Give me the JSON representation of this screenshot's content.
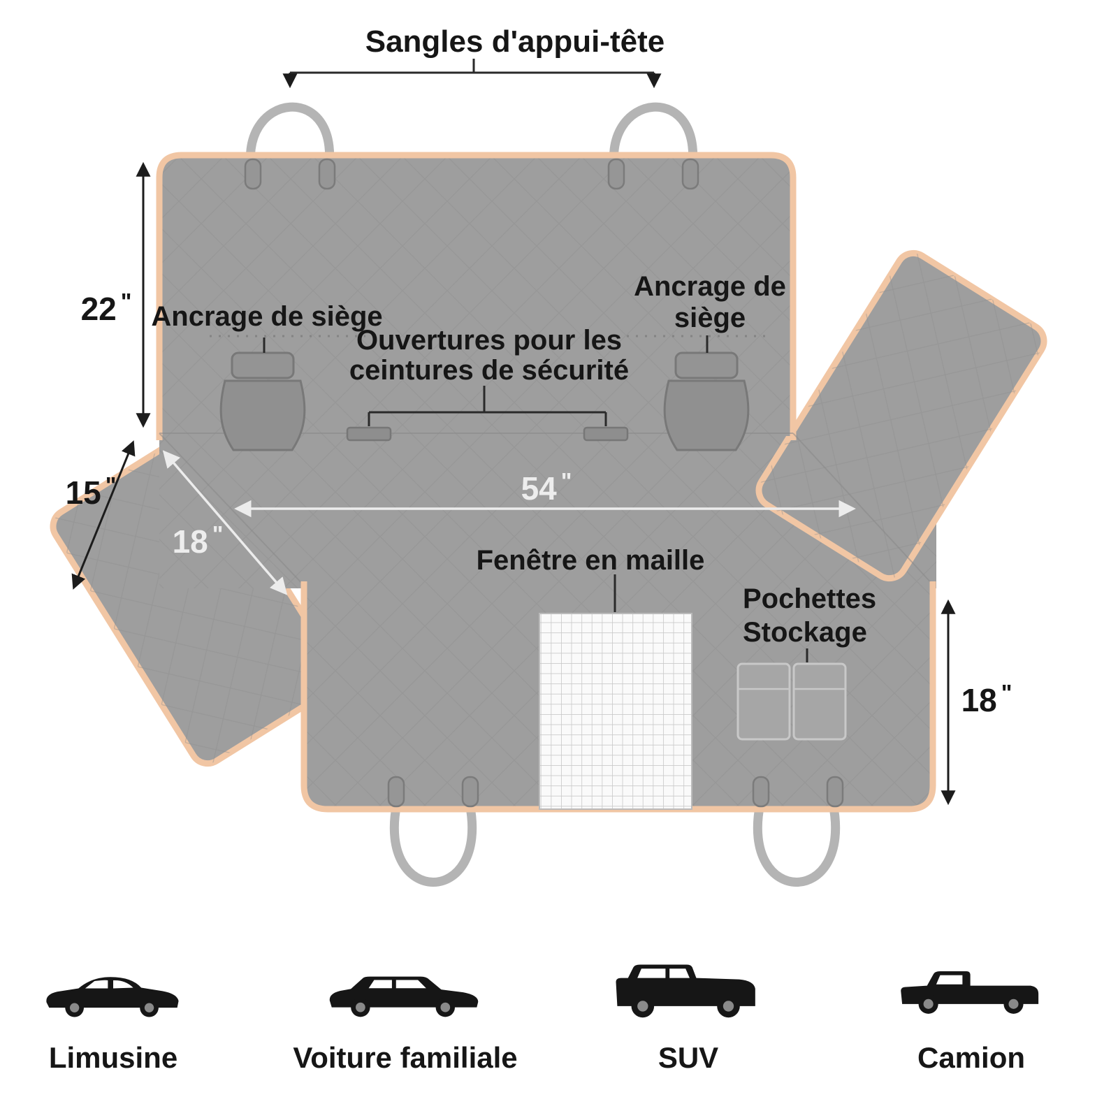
{
  "diagram": {
    "labels": {
      "headrest_straps": "Sangles d'appui-tête",
      "seat_anchor_left": "Ancrage de siège",
      "seat_anchor_right_l1": "Ancrage de",
      "seat_anchor_right_l2": "siège",
      "belt_openings_l1": "Ouvertures pour les",
      "belt_openings_l2": "ceintures de sécurité",
      "mesh_window": "Fenêtre en maille",
      "storage_l1": "Pochettes",
      "storage_l2": "Stockage"
    },
    "dimensions": {
      "back_height": {
        "value": "22",
        "unit": "\""
      },
      "flap_depth": {
        "value": "15",
        "unit": "\""
      },
      "flap_width": {
        "value": "18",
        "unit": "\""
      },
      "total_width": {
        "value": "54",
        "unit": "\""
      },
      "seat_depth": {
        "value": "18",
        "unit": "\""
      }
    },
    "colors": {
      "cover_gray": "#9e9e9e",
      "trim_peach": "#f1c6a4",
      "strap_gray": "#b4b4b4",
      "mesh_white": "#f8f8f8",
      "text_dark": "#161616",
      "text_light": "#ededed"
    }
  },
  "vehicles": [
    {
      "label": "Limusine",
      "icon": "sedan-car-icon"
    },
    {
      "label": "Voiture familiale",
      "icon": "wagon-car-icon"
    },
    {
      "label": "SUV",
      "icon": "suv-car-icon"
    },
    {
      "label": "Camion",
      "icon": "pickup-truck-icon"
    }
  ]
}
